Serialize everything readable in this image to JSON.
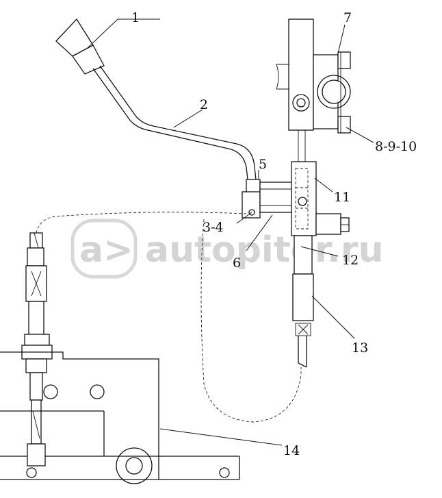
{
  "callouts": {
    "c1": "1",
    "c2": "2",
    "c3_4": "3-4",
    "c5": "5",
    "c6": "6",
    "c7": "7",
    "c8_9_10": "8-9-10",
    "c11": "11",
    "c12": "12",
    "c13": "13",
    "c14": "14"
  },
  "watermark": {
    "logo_glyph": "a>",
    "text": "autopiter.ru"
  }
}
